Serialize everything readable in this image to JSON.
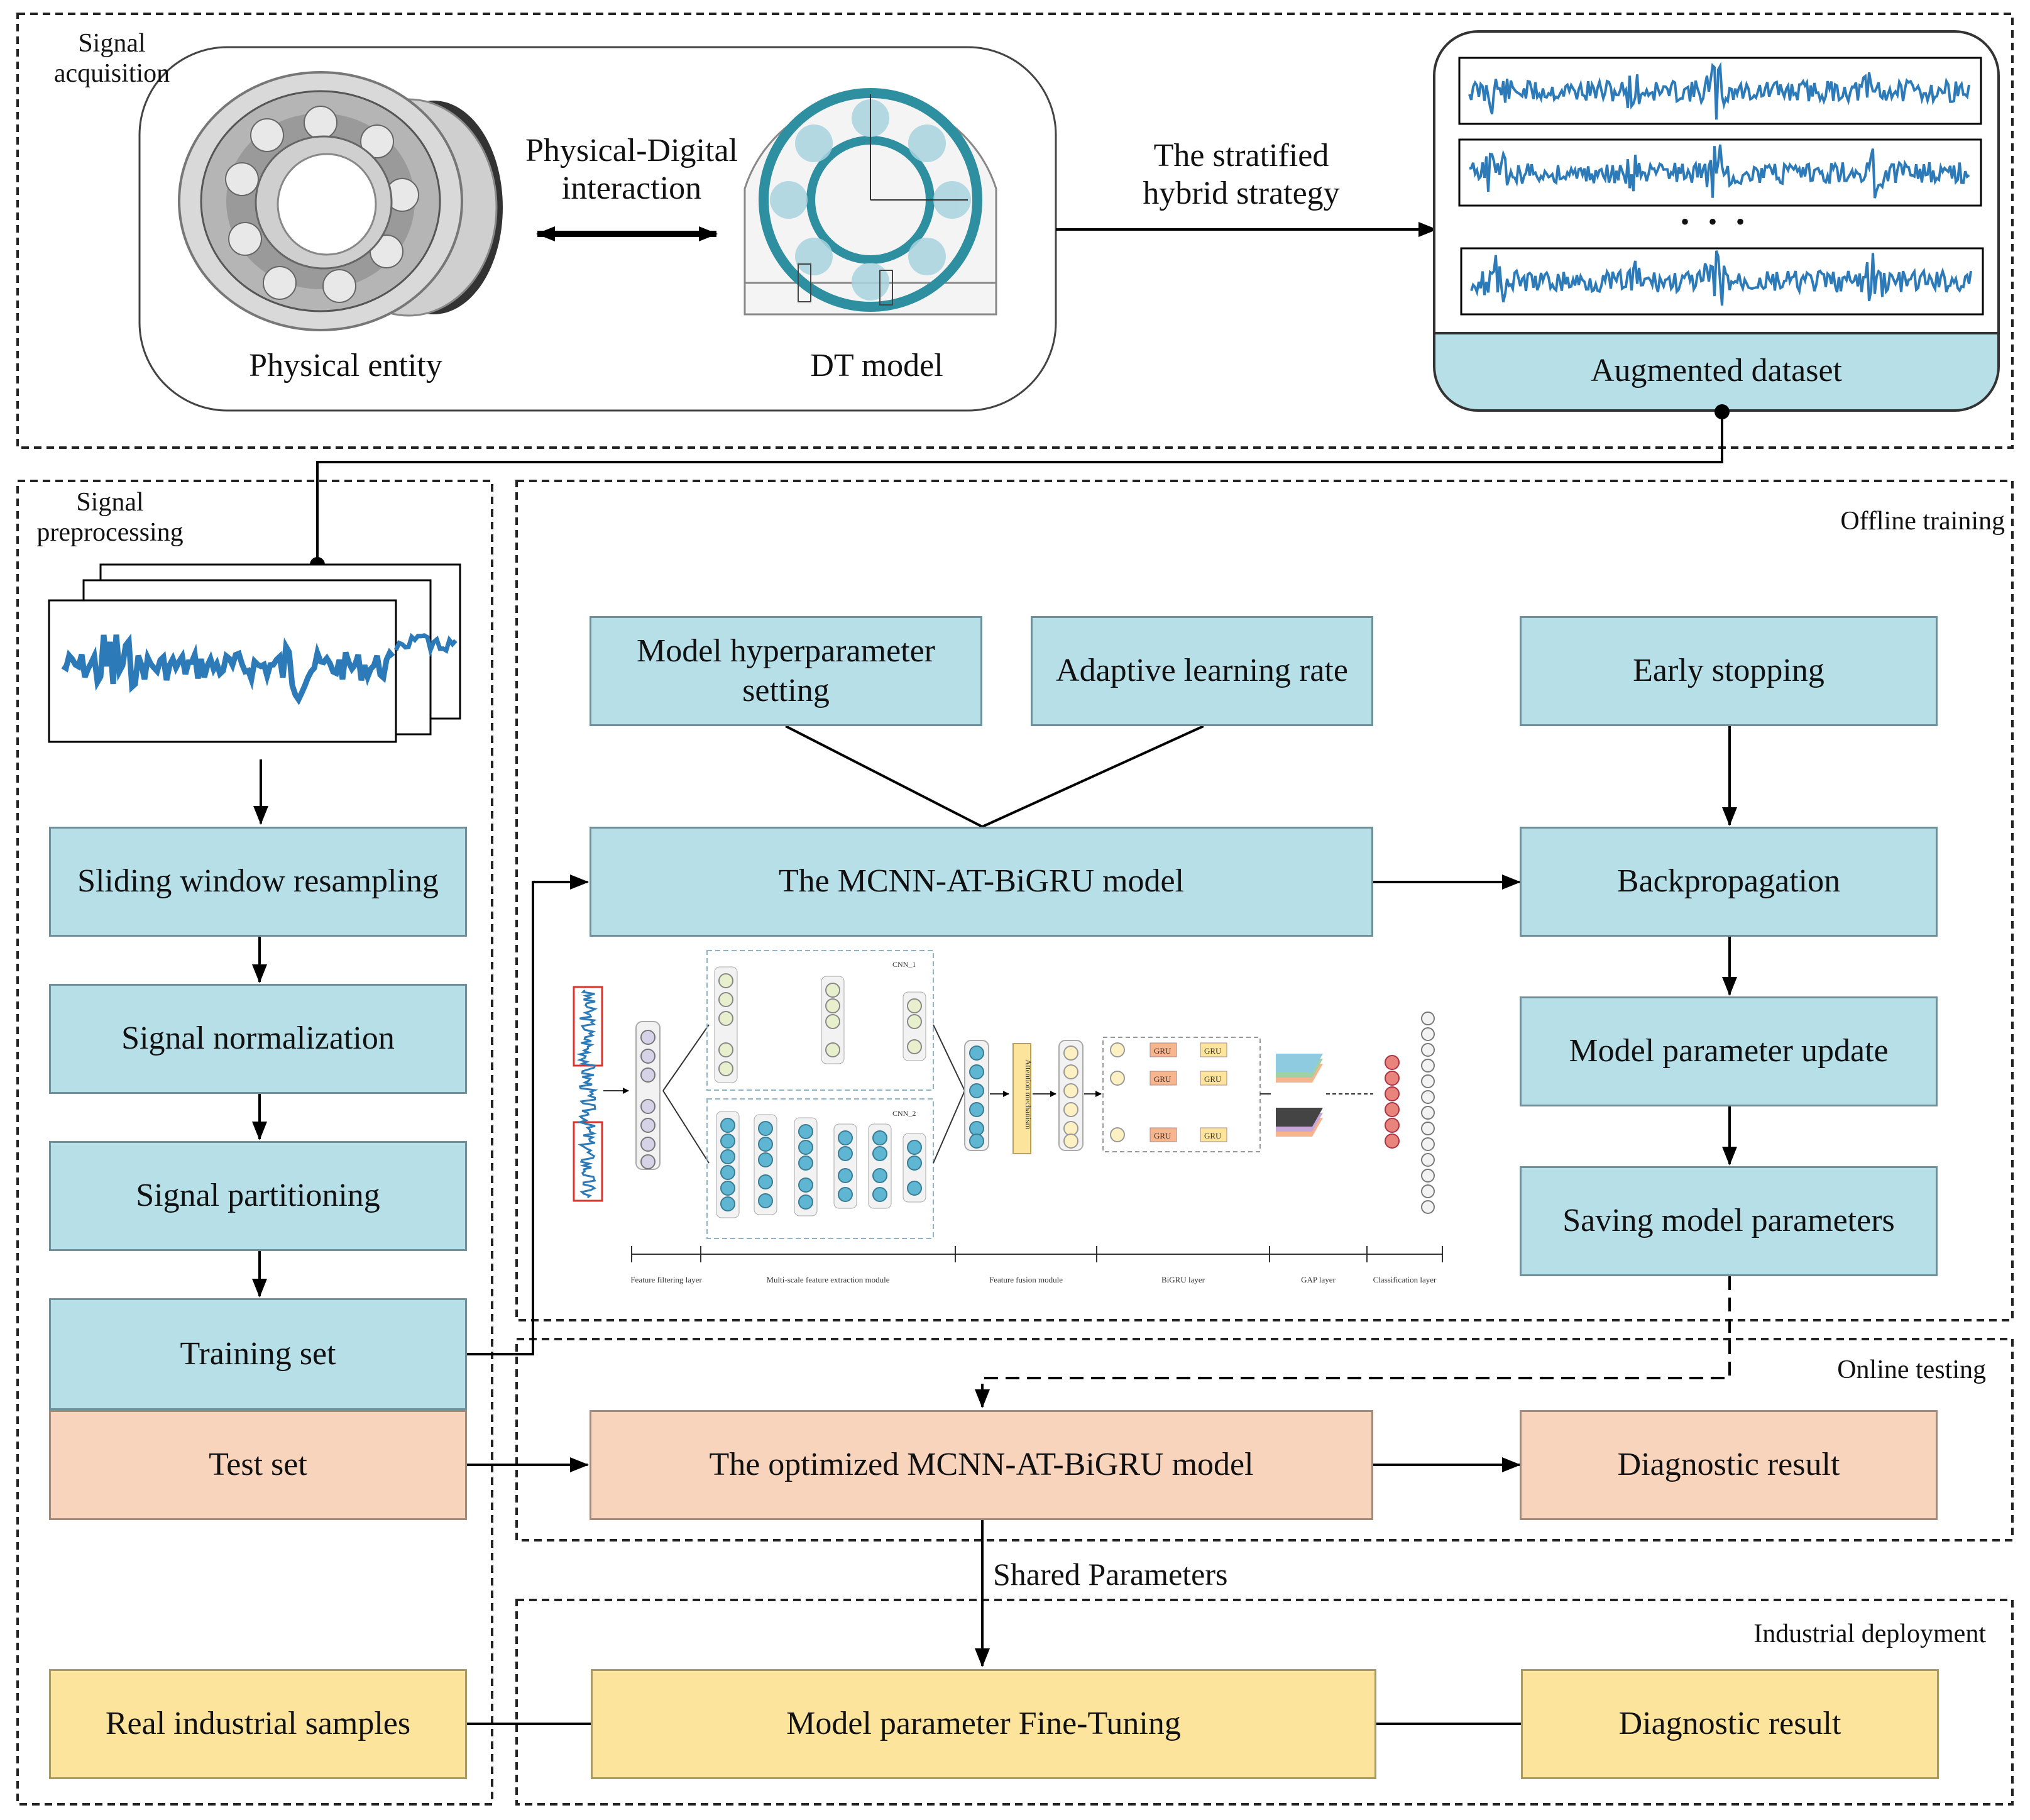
{
  "sections": {
    "signal_acquisition": "Signal\nacquisition",
    "signal_preprocessing": "Signal\npreprocessing",
    "offline_training": "Offline training",
    "online_testing": "Online testing",
    "industrial_deployment": "Industrial deployment"
  },
  "acquisition": {
    "physical_entity": "Physical entity",
    "interaction": "Physical-Digital\ninteraction",
    "dt_model": "DT model",
    "strategy": "The stratified\nhybrid strategy",
    "augmented_dataset": "Augmented dataset",
    "ellipsis": "• • •"
  },
  "preprocessing": {
    "sliding_window": "Sliding window resampling",
    "normalization": "Signal normalization",
    "partitioning": "Signal partitioning",
    "training_set": "Training set",
    "test_set": "Test set",
    "real_samples": "Real industrial samples"
  },
  "training": {
    "hyperparameter": "Model hyperparameter\nsetting",
    "adaptive_lr": "Adaptive learning rate",
    "early_stopping": "Early stopping",
    "model": "The MCNN-AT-BiGRU model",
    "backprop": "Backpropagation",
    "param_update": "Model parameter update",
    "saving": "Saving model parameters"
  },
  "architecture": {
    "cnn1": "CNN_1",
    "cnn2": "CNN_2",
    "attention": "Attention mechanism",
    "gru": "GRU",
    "layers": [
      "Feature filtering layer",
      "Multi-scale feature extraction module",
      "Feature fusion module",
      "BiGRU layer",
      "GAP layer",
      "Classification layer"
    ]
  },
  "testing": {
    "optimized_model": "The optimized MCNN-AT-BiGRU model",
    "diagnostic_result": "Diagnostic result",
    "shared_parameters": "Shared Parameters"
  },
  "deployment": {
    "fine_tuning": "Model parameter Fine-Tuning",
    "diagnostic_result": "Diagnostic result"
  },
  "colors": {
    "blue_box": "#b7dfe8",
    "orange_box": "#f9d4bc",
    "yellow_box": "#fde49c",
    "signal": "#2c7ab8",
    "dt_ring": "#2e8fa0"
  }
}
